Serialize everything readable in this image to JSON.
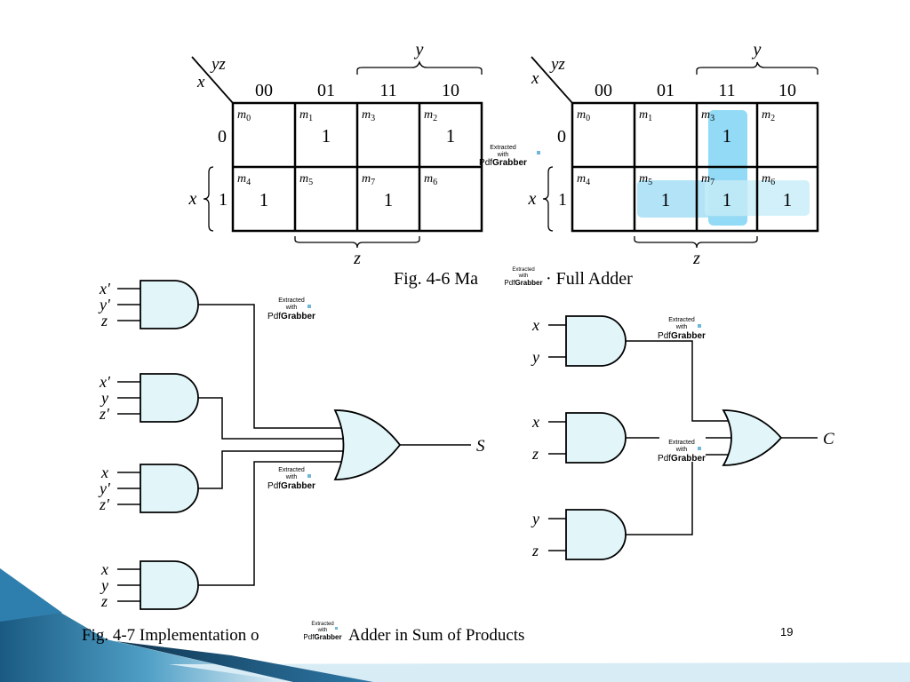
{
  "kmap_left": {
    "corner_row_var": "x",
    "corner_col_var": "yz",
    "brace_top": "y",
    "brace_left": "x",
    "brace_bottom": "z",
    "col_headers": [
      "00",
      "01",
      "11",
      "10"
    ],
    "row_headers": [
      "0",
      "1"
    ],
    "cells": [
      [
        {
          "m": "m",
          "sub": "0",
          "v": ""
        },
        {
          "m": "m",
          "sub": "1",
          "v": "1"
        },
        {
          "m": "m",
          "sub": "3",
          "v": ""
        },
        {
          "m": "m",
          "sub": "2",
          "v": "1"
        }
      ],
      [
        {
          "m": "m",
          "sub": "4",
          "v": "1"
        },
        {
          "m": "m",
          "sub": "5",
          "v": ""
        },
        {
          "m": "m",
          "sub": "7",
          "v": "1"
        },
        {
          "m": "m",
          "sub": "6",
          "v": ""
        }
      ]
    ]
  },
  "kmap_right": {
    "corner_row_var": "x",
    "corner_col_var": "yz",
    "brace_top": "y",
    "brace_left": "x",
    "brace_bottom": "z",
    "col_headers": [
      "00",
      "01",
      "11",
      "10"
    ],
    "row_headers": [
      "0",
      "1"
    ],
    "cells": [
      [
        {
          "m": "m",
          "sub": "0",
          "v": ""
        },
        {
          "m": "m",
          "sub": "1",
          "v": ""
        },
        {
          "m": "m",
          "sub": "3",
          "v": "1"
        },
        {
          "m": "m",
          "sub": "2",
          "v": ""
        }
      ],
      [
        {
          "m": "m",
          "sub": "4",
          "v": ""
        },
        {
          "m": "m",
          "sub": "5",
          "v": "1"
        },
        {
          "m": "m",
          "sub": "7",
          "v": "1"
        },
        {
          "m": "m",
          "sub": "6",
          "v": "1"
        }
      ]
    ]
  },
  "captions": {
    "fig46_prefix": "Fig. 4-6  Ma",
    "fig46_suffix": "· Full Adder",
    "fig47_prefix": "Fig. 4-7   Implementation o",
    "fig47_suffix": "Adder in Sum of Products"
  },
  "watermark": {
    "line1": "Extracted",
    "line2": "with",
    "brand_a": "Pdf",
    "brand_b": "Grabber"
  },
  "sum_circuit": {
    "gates": [
      [
        "x′",
        "y′",
        "z"
      ],
      [
        "x′",
        "y",
        "z′"
      ],
      [
        "x",
        "y′",
        "z′"
      ],
      [
        "x",
        "y",
        "z"
      ]
    ],
    "output": "S"
  },
  "carry_circuit": {
    "gates": [
      [
        "x",
        "y"
      ],
      [
        "x",
        "z"
      ],
      [
        "y",
        "z"
      ]
    ],
    "output": "C"
  },
  "page_number": "19",
  "colors": {
    "gate_fill": "#e2f6fa",
    "group_fill": "#7fd3f3",
    "group_fill_light": "#c5ecf8",
    "deco_blue_dark": "#1d5f86",
    "deco_blue_light": "#cfe8f3"
  }
}
